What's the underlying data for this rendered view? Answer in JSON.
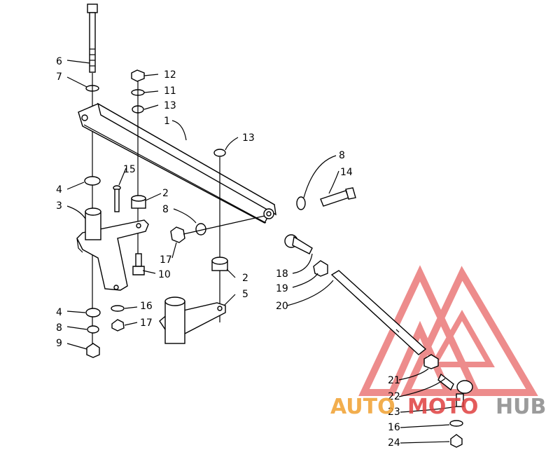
{
  "callouts": [
    {
      "key": "c1",
      "text": "1"
    },
    {
      "key": "c2a",
      "text": "2"
    },
    {
      "key": "c2b",
      "text": "2"
    },
    {
      "key": "c3",
      "text": "3"
    },
    {
      "key": "c4a",
      "text": "4"
    },
    {
      "key": "c4b",
      "text": "4"
    },
    {
      "key": "c5",
      "text": "5"
    },
    {
      "key": "c6",
      "text": "6"
    },
    {
      "key": "c7",
      "text": "7"
    },
    {
      "key": "c8a",
      "text": "8"
    },
    {
      "key": "c8b",
      "text": "8"
    },
    {
      "key": "c8c",
      "text": "8"
    },
    {
      "key": "c9",
      "text": "9"
    },
    {
      "key": "c10",
      "text": "10"
    },
    {
      "key": "c11",
      "text": "11"
    },
    {
      "key": "c12",
      "text": "12"
    },
    {
      "key": "c13a",
      "text": "13"
    },
    {
      "key": "c13b",
      "text": "13"
    },
    {
      "key": "c14",
      "text": "14"
    },
    {
      "key": "c15",
      "text": "15"
    },
    {
      "key": "c16a",
      "text": "16"
    },
    {
      "key": "c16b",
      "text": "16"
    },
    {
      "key": "c17a",
      "text": "17"
    },
    {
      "key": "c17b",
      "text": "17"
    },
    {
      "key": "c18",
      "text": "18"
    },
    {
      "key": "c19",
      "text": "19"
    },
    {
      "key": "c20",
      "text": "20"
    },
    {
      "key": "c21",
      "text": "21"
    },
    {
      "key": "c22",
      "text": "22"
    },
    {
      "key": "c23",
      "text": "23"
    },
    {
      "key": "c24",
      "text": "24"
    }
  ],
  "watermark": {
    "part1": "AUTO",
    "part2": "MOTO",
    "part3": "HUB",
    "color1": "#f0a030",
    "color2": "#e04040",
    "color3": "#8a8a8a",
    "triangle_color": "#e03030"
  }
}
